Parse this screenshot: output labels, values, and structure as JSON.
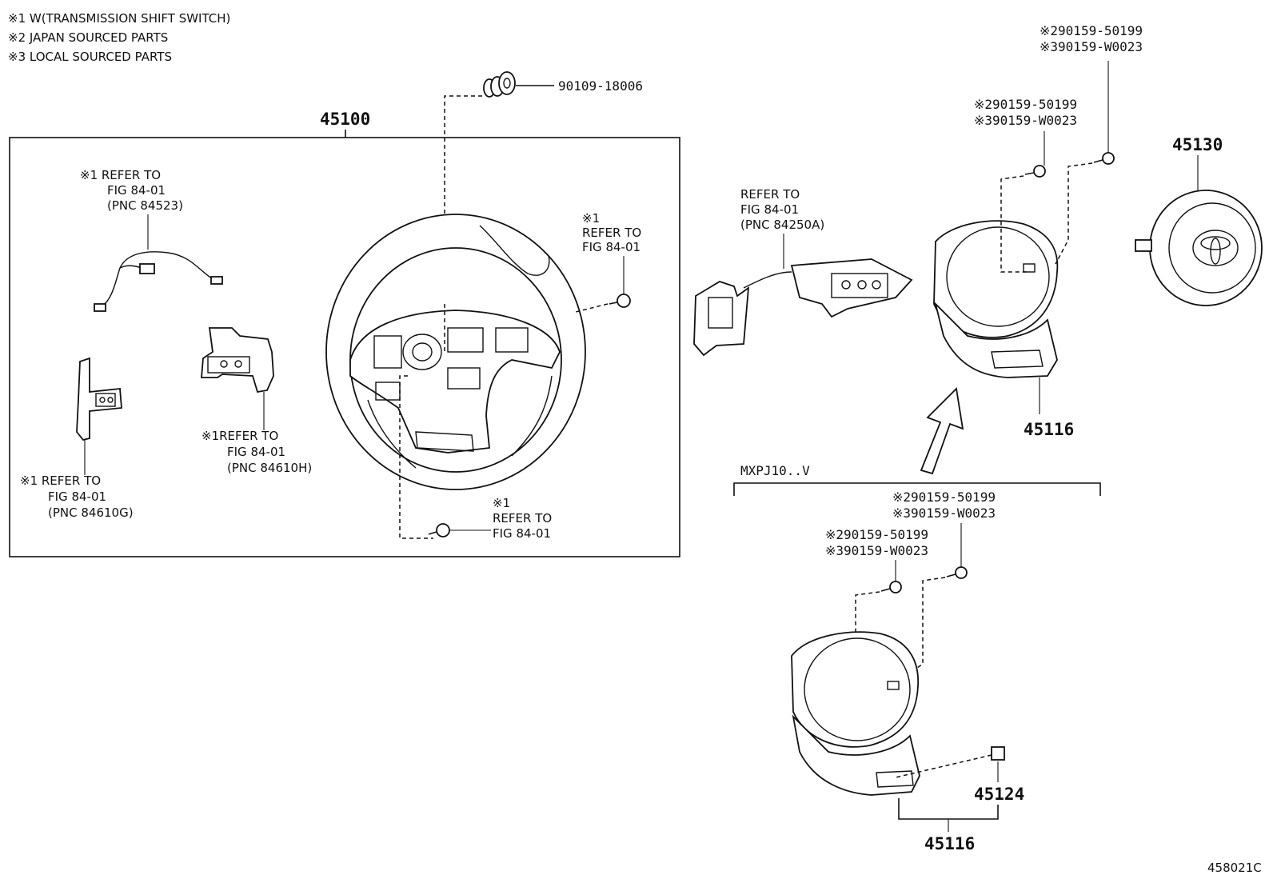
{
  "notes": [
    "※1 W(TRANSMISSION SHIFT SWITCH)",
    "※2 JAPAN SOURCED PARTS",
    "※3 LOCAL SOURCED PARTS"
  ],
  "parts": {
    "steering_wheel": "45100",
    "pad": "45130",
    "cover_upper": "45116",
    "cover_lower": "45116",
    "emblem": "45124",
    "nut": "90109-18006"
  },
  "refs": {
    "wire": [
      "※1 REFER TO",
      "FIG 84-01",
      "(PNC 84523)"
    ],
    "switch_left": [
      "※1 REFER TO",
      "FIG 84-01",
      "(PNC 84610G)"
    ],
    "switch_mid": [
      "※1REFER TO",
      "FIG 84-01",
      "(PNC 84610H)"
    ],
    "screw_upper": [
      "※1",
      "REFER TO",
      "FIG 84-01"
    ],
    "screw_lower": [
      "※1",
      "REFER TO",
      "FIG 84-01"
    ],
    "switch_right": [
      "REFER TO",
      "FIG 84-01",
      "(PNC 84250A)"
    ]
  },
  "screws": {
    "top_right": [
      "※290159-50199",
      "※390159-W0023"
    ],
    "top_mid": [
      "※290159-50199",
      "※390159-W0023"
    ],
    "bottom_right": [
      "※290159-50199",
      "※390159-W0023"
    ],
    "bottom_mid": [
      "※290159-50199",
      "※390159-W0023"
    ]
  },
  "variant_label": "MXPJ10..V",
  "figure_id": "458021C"
}
